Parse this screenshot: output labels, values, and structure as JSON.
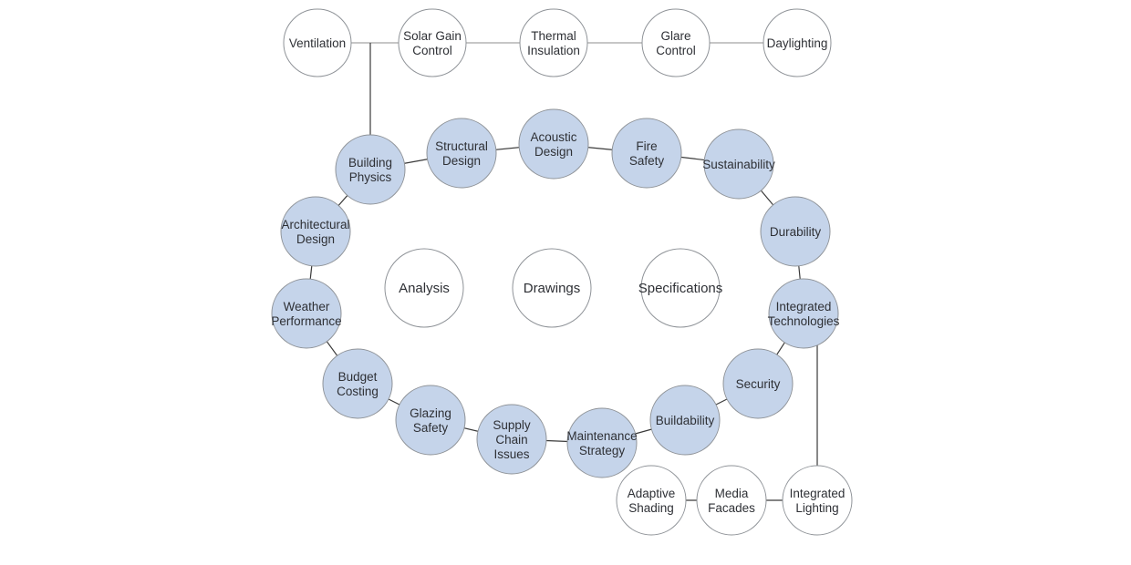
{
  "diagram": {
    "top_row": [
      {
        "id": "ventilation",
        "lines": [
          "Ventilation"
        ]
      },
      {
        "id": "solar-gain-control",
        "lines": [
          "Solar Gain",
          "Control"
        ]
      },
      {
        "id": "thermal-insulation",
        "lines": [
          "Thermal",
          "Insulation"
        ]
      },
      {
        "id": "glare-control",
        "lines": [
          "Glare",
          "Control"
        ]
      },
      {
        "id": "daylighting",
        "lines": [
          "Daylighting"
        ]
      }
    ],
    "ring": [
      {
        "id": "structural-design",
        "lines": [
          "Structural",
          "Design"
        ]
      },
      {
        "id": "acoustic-design",
        "lines": [
          "Acoustic",
          "Design"
        ]
      },
      {
        "id": "fire-safety",
        "lines": [
          "Fire",
          "Safety"
        ]
      },
      {
        "id": "sustainability",
        "lines": [
          "Sustainability"
        ]
      },
      {
        "id": "durability",
        "lines": [
          "Durability"
        ]
      },
      {
        "id": "integrated-technologies",
        "lines": [
          "Integrated",
          "Technologies"
        ]
      },
      {
        "id": "security",
        "lines": [
          "Security"
        ]
      },
      {
        "id": "buildability",
        "lines": [
          "Buildability"
        ]
      },
      {
        "id": "maintenance-strategy",
        "lines": [
          "Maintenance",
          "Strategy"
        ]
      },
      {
        "id": "supply-chain-issues",
        "lines": [
          "Supply",
          "Chain",
          "Issues"
        ]
      },
      {
        "id": "glazing-safety",
        "lines": [
          "Glazing",
          "Safety"
        ]
      },
      {
        "id": "budget-costing",
        "lines": [
          "Budget",
          "Costing"
        ]
      },
      {
        "id": "weather-performance",
        "lines": [
          "Weather",
          "Performance"
        ]
      },
      {
        "id": "architectural-design",
        "lines": [
          "Architectural",
          "Design"
        ]
      },
      {
        "id": "building-physics",
        "lines": [
          "Building",
          "Physics"
        ]
      }
    ],
    "center": [
      {
        "id": "analysis",
        "lines": [
          "Analysis"
        ]
      },
      {
        "id": "drawings",
        "lines": [
          "Drawings"
        ]
      },
      {
        "id": "specifications",
        "lines": [
          "Specifications"
        ]
      }
    ],
    "bottom_row": [
      {
        "id": "adaptive-shading",
        "lines": [
          "Adaptive",
          "Shading"
        ]
      },
      {
        "id": "media-facades",
        "lines": [
          "Media",
          "Facades"
        ]
      },
      {
        "id": "integrated-lighting",
        "lines": [
          "Integrated",
          "Lighting"
        ]
      }
    ],
    "colors": {
      "ring_fill": "#c5d4ea",
      "outline_fill": "#ffffff",
      "stroke": "#8f9398",
      "text": "#2e3035"
    }
  }
}
